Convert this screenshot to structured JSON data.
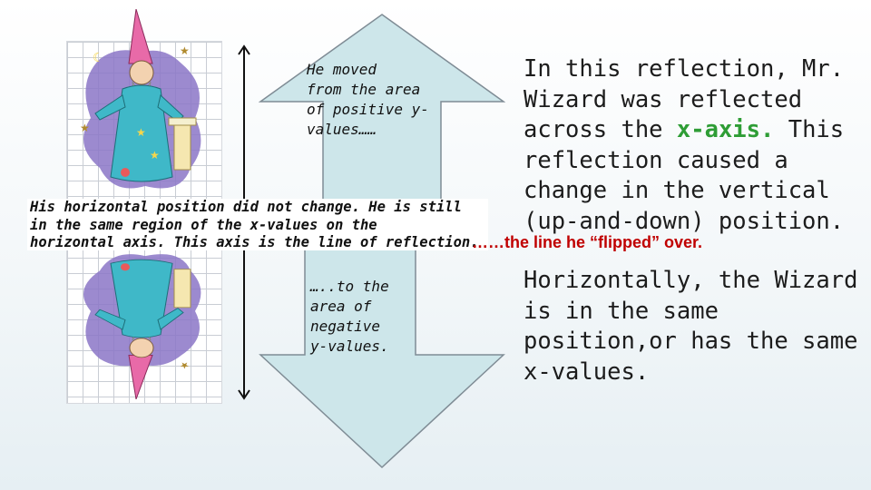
{
  "notes": {
    "moved_from": "He moved\nfrom the area\nof positive y-\nvalues……",
    "moved_to": "…..to the\narea of\nnegative\ny-values.",
    "horizontal_note": "His horizontal position did not change.  He is still\nin the same region of the x-values on the\nhorizontal axis.  This axis is the line of reflection.",
    "axis_flip": "……the line he “flipped” over."
  },
  "explanation": {
    "para1_before": "In this reflection, Mr. Wizard was reflected across the ",
    "para1_highlight": "x-axis.",
    "para1_after": " This reflection caused a change in the vertical (up-and-down) position.",
    "para2": "Horizontally, the Wizard is in the same position,or has the same x-values."
  },
  "colors": {
    "arrow_fill": "#cde6ea",
    "arrow_stroke": "#7f8c95",
    "highlight": "#2e9d35",
    "axis_note": "#c00000",
    "robe": "#3fb8c8",
    "cloud": "#8b75c7"
  },
  "icons": [
    "wizard-figure",
    "reflected-wizard-figure",
    "vertical-double-arrow",
    "up-arrow-callout",
    "down-arrow-callout"
  ]
}
